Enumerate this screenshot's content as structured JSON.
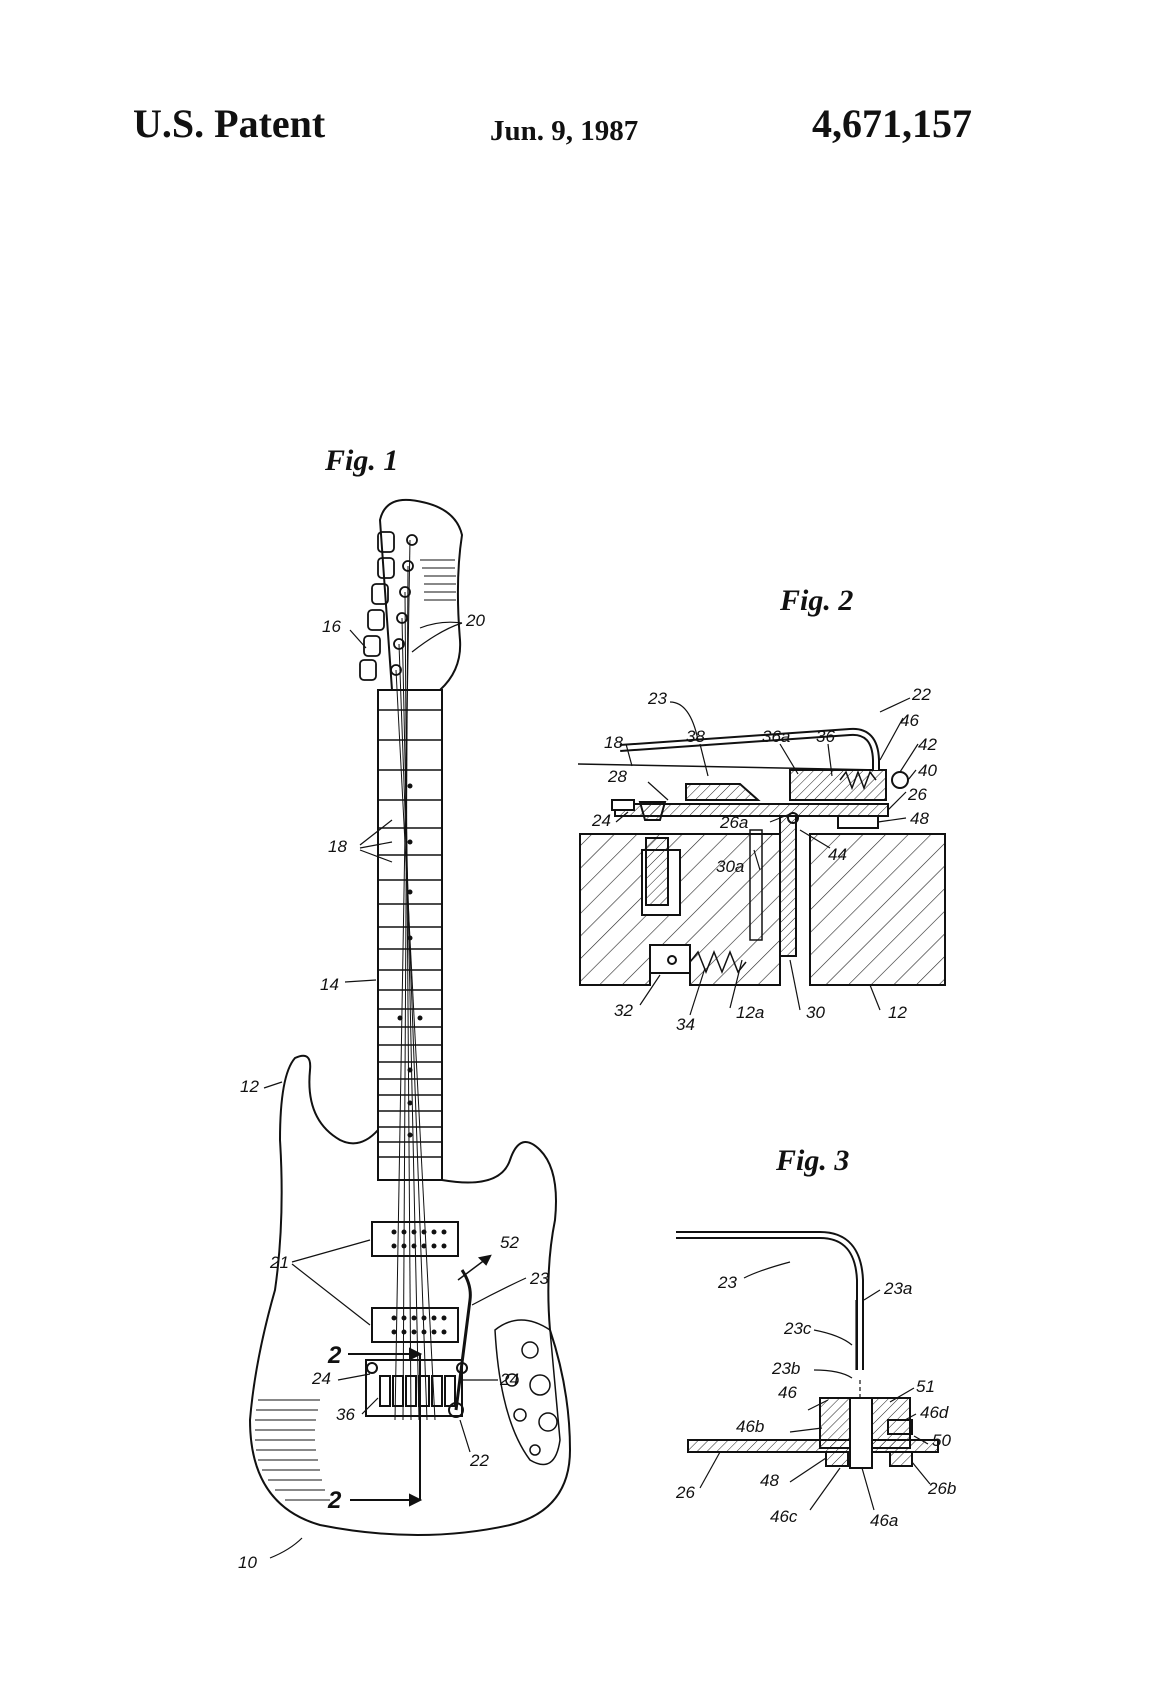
{
  "header": {
    "left": "U.S. Patent",
    "date": "Jun. 9, 1987",
    "number": "4,671,157"
  },
  "figures": {
    "fig1": {
      "title": "Fig. 1",
      "labels": [
        "20",
        "16",
        "18",
        "14",
        "12",
        "21",
        "52",
        "23",
        "2",
        "24",
        "24",
        "36",
        "2",
        "22",
        "10"
      ]
    },
    "fig2": {
      "title": "Fig. 2",
      "labels": [
        "23",
        "22",
        "46",
        "42",
        "18",
        "38",
        "36a",
        "36",
        "40",
        "28",
        "26",
        "24",
        "26a",
        "48",
        "44",
        "30a",
        "32",
        "34",
        "12a",
        "30",
        "12"
      ]
    },
    "fig3": {
      "title": "Fig. 3",
      "labels": [
        "23",
        "23a",
        "23c",
        "23b",
        "51",
        "46",
        "46d",
        "46b",
        "50",
        "26",
        "48",
        "26b",
        "46c",
        "46a"
      ]
    }
  }
}
